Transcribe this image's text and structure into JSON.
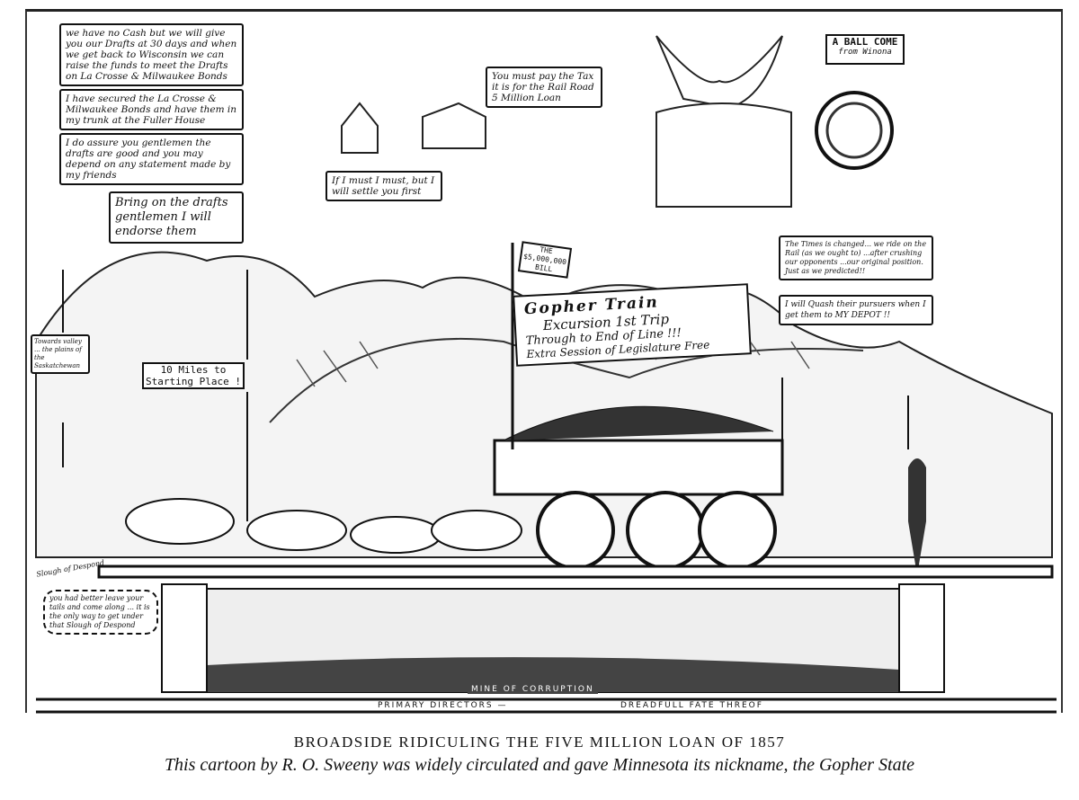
{
  "cartoon": {
    "speech_bubbles": [
      "we have no Cash but we will give you our Drafts at 30 days and when we get back to Wisconsin we can raise the funds to meet the Drafts on La Crosse & Milwaukee Bonds",
      "I have secured the La Crosse & Milwaukee Bonds and have them in my trunk at the Fuller House",
      "I do assure you gentlemen the drafts are good and you may depend on any statement made by my friends",
      "Bring on the drafts gentlemen I will endorse them",
      "You must pay the Tax it is for the Rail Road 5 Million Loan",
      "If I must I must, but I will settle you first",
      "The Times is changed... we ride on the Rail (as we ought to) ...after crushing our opponents ...our original position. Just as we predicted!!",
      "I will Quash their pursuers when I get them to MY DEPOT !!",
      "Towards valley ... the plains of the Saskatchewan",
      "you had better leave your tails and come along ... it is the only way to get under that Slough of Despond"
    ],
    "signs": {
      "ball": "A BALL COME",
      "ball_sub": "from Winona",
      "bill_flag": "THE $5,000,000 BILL",
      "miles": "10 Miles to",
      "miles2": "Starting Place !",
      "slough": "Slough of Despond"
    },
    "banner": {
      "line1": "Gopher Train",
      "line2": "Excursion 1st Trip",
      "line3": "Through to End of Line !!!",
      "line4": "Extra Session of Legislature Free"
    },
    "mine_label": "MINE OF CORRUPTION",
    "bottom_left": "PRIMARY DIRECTORS —",
    "bottom_right": "DREADFULL FATE THREOF"
  },
  "caption": {
    "title": "BROADSIDE RIDICULING THE FIVE MILLION LOAN OF 1857",
    "subtitle": "This cartoon by R. O. Sweeny was widely circulated and gave Minnesota its nickname, the Gopher State"
  }
}
